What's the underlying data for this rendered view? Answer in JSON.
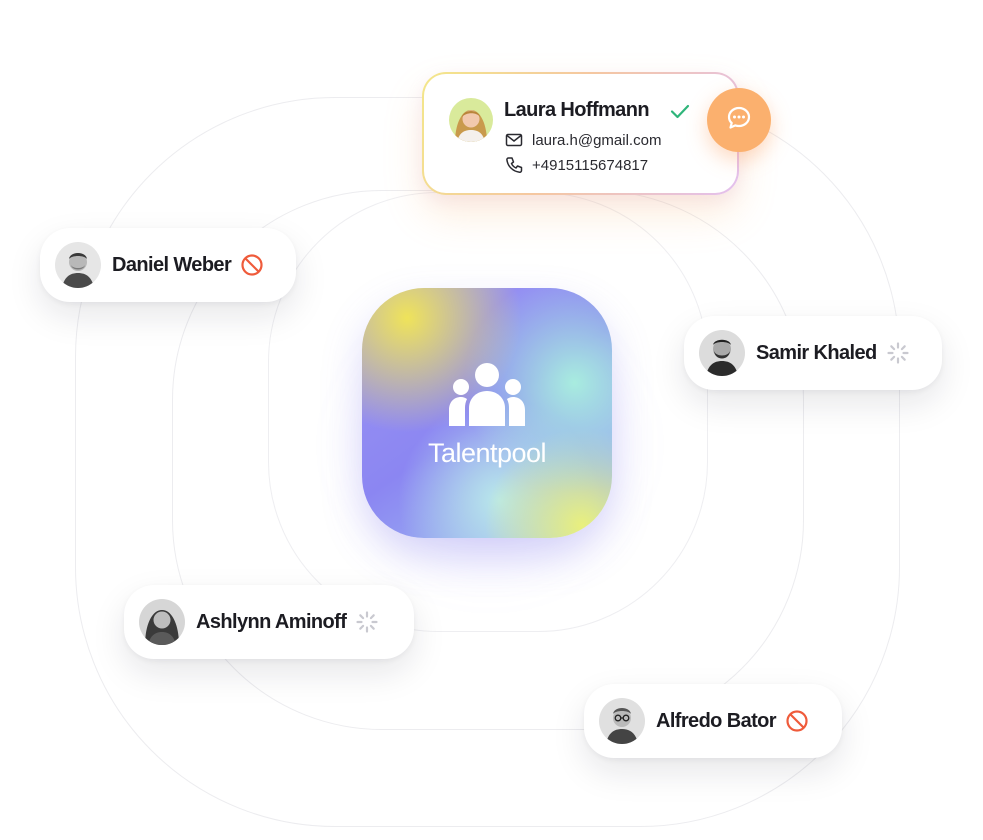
{
  "center": {
    "label": "Talentpool",
    "icon": "people-group-icon"
  },
  "featured": {
    "name": "Laura Hoffmann",
    "email": "laura.h@gmail.com",
    "phone": "+4915115674817",
    "status_icon": "check-icon",
    "action_icon": "chat-icon",
    "action_color": "#fbb06e"
  },
  "candidates": [
    {
      "name": "Daniel Weber",
      "status": "rejected",
      "status_icon": "blocked-icon"
    },
    {
      "name": "Samir Khaled",
      "status": "pending",
      "status_icon": "loading-icon"
    },
    {
      "name": "Ashlynn Aminoff",
      "status": "pending",
      "status_icon": "loading-icon"
    },
    {
      "name": "Alfredo Bator",
      "status": "rejected",
      "status_icon": "blocked-icon"
    }
  ],
  "colors": {
    "accept": "#2fb57a",
    "reject": "#ef5b3b",
    "pending": "#c9c9d0"
  }
}
